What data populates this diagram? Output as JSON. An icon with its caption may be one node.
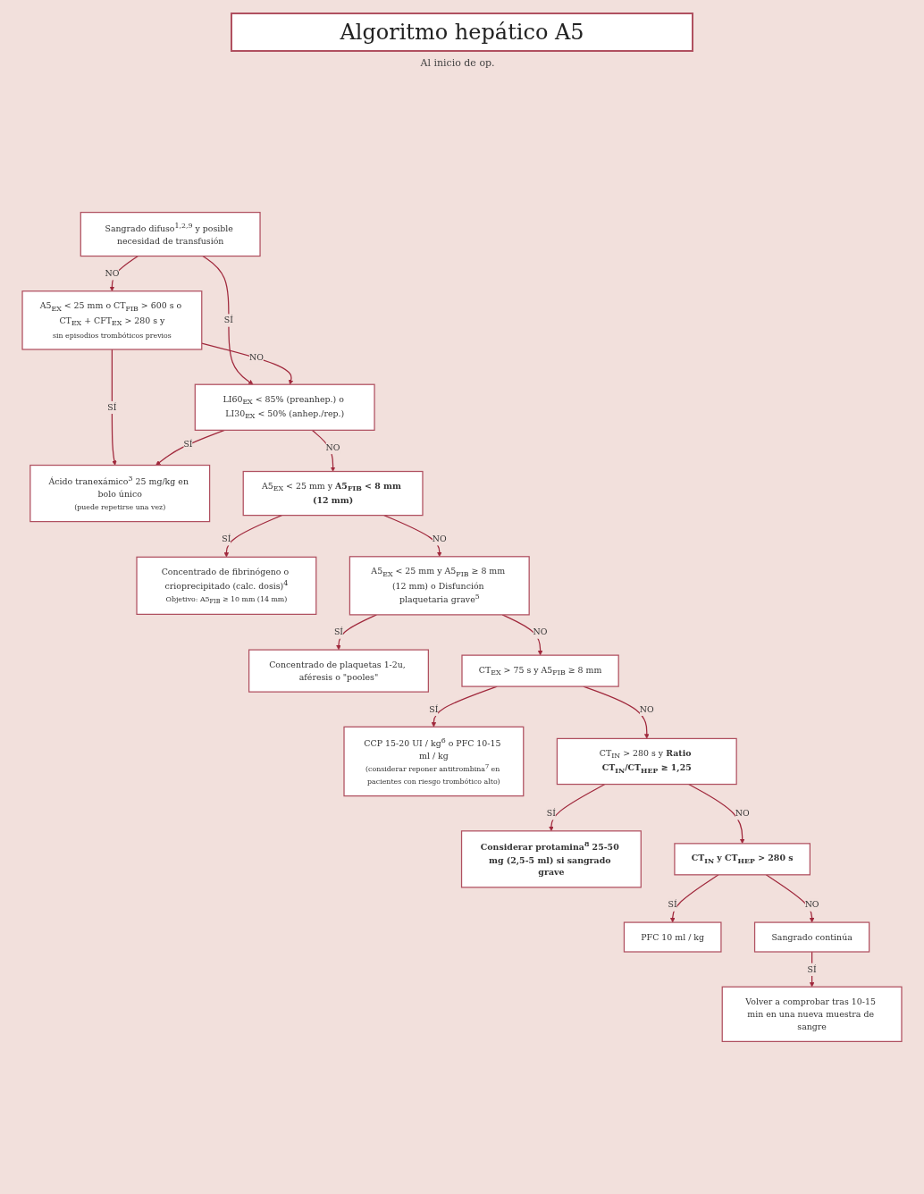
{
  "diagram": {
    "title": "Algoritmo hepático A5",
    "nodes": [
      {
        "text": [
          "Sangrado difuso$^{1,2,9}$ y posible necesidad de transfusión"
        ]
      },
      {
        "text": [
          "A5$_{EX}$ < 25 mm o CT$_{FIB}$ > 600 s o CT$_{EX}$ + CFT$_{EX}$ > 280 s y",
          "sin episodios trombóticos previos"
        ]
      },
      {
        "text": [
          "LI60$_{EX}$ < 85% (preanhep.) o LI30$_{EX}$ < 50% (anhep./rep.)"
        ]
      },
      {
        "text": [
          "Ácido tranexámico$^{3}$ 25 mg/kg en bolo único",
          "(puede repetirse una vez)"
        ]
      },
      {
        "text": [
          "A5$_{EX}$ < 25 mm y **A5$_{FIB}$ < 8 mm (12 mm)**"
        ]
      },
      {
        "text": [
          "Concentrado de fibrinógeno o crioprecipitado (calc. dosis)$^{4}$",
          "Objetivo: A5$_{FIB}$ ≥ 10 mm (14 mm)"
        ]
      },
      {
        "text": [
          "A5$_{EX}$ < 25 mm y A5$_{FIB}$ ≥ 8 mm (12 mm) o Disfunción plaquetaria grave$^{5}$"
        ]
      },
      {
        "text": [
          "Concentrado de plaquetas 1-2u, aféresis o \"pooles\""
        ]
      },
      {
        "text": [
          "CT$_{EX}$ > 75 s y A5$_{FIB}$ ≥ 8 mm"
        ]
      },
      {
        "text": [
          "CCP 15-20 UI / kg$^{6}$ o PFC 10-15 ml / kg",
          "(considerar reponer antitrombina$^{7}$ en pacientes con riesgo trombótico alto)"
        ]
      },
      {
        "text": [
          "CT$_{IN}$ > 280 s y **Ratio CT$_{IN}$/CT$_{HEP}$ ≥ 1,25**"
        ]
      },
      {
        "text": [
          "Considerar protamina$^{8}$ 25-50 mg (2,5-5 ml) si sangrado grave"
        ]
      },
      {
        "text": [
          "CT$_{IN}$ y CT$_{HEP}$ > 280 s"
        ]
      },
      {
        "text": [
          "PFC 10 ml / kg"
        ]
      },
      {
        "text": [
          "Sangrado continúa"
        ]
      },
      {
        "text": [
          "Volver a comprobar tras 10-15 min en una nueva muestra de sangre"
        ]
      }
    ],
    "edges": [
      {
        "from": 0,
        "to": 1,
        "arrow": "to",
        "label": "NO"
      },
      {
        "from": 0,
        "to": 2,
        "arrow": "to",
        "label": "SÍ"
      },
      {
        "from": 1,
        "to": 2,
        "arrow": "to",
        "label": "NO"
      },
      {
        "from": 1,
        "to": 3,
        "arrow": "to",
        "label": "SÍ"
      },
      {
        "from": 2,
        "to": 3,
        "arrow": "to",
        "label": "SÍ"
      },
      {
        "from": 2,
        "to": 4,
        "arrow": "to",
        "label": "NO"
      },
      {
        "from": 4,
        "to": 5,
        "arrow": "to",
        "label": "SÍ"
      },
      {
        "from": 4,
        "to": 6,
        "arrow": "to",
        "label": "NO"
      },
      {
        "from": 6,
        "to": 7,
        "arrow": "to",
        "label": "SÍ"
      },
      {
        "from": 6,
        "to": 8,
        "arrow": "to",
        "label": "NO"
      },
      {
        "from": 8,
        "to": 9,
        "arrow": "to",
        "label": "SÍ"
      },
      {
        "from": 8,
        "to": 10,
        "arrow": "to",
        "label": "NO"
      },
      {
        "from": 10,
        "to": 11,
        "arrow": "to",
        "label": "SÍ"
      },
      {
        "from": 10,
        "to": 12,
        "arrow": "to",
        "label": "NO"
      },
      {
        "from": 12,
        "to": 13,
        "arrow": "to",
        "label": "SÍ"
      },
      {
        "from": 12,
        "to": 14,
        "arrow": "to",
        "label": "NO"
      },
      {
        "from": 14,
        "to": 15,
        "arrow": "to",
        "label": "SÍ"
      }
    ],
    "labels": [
      "Al inicio de op."
    ]
  }
}
